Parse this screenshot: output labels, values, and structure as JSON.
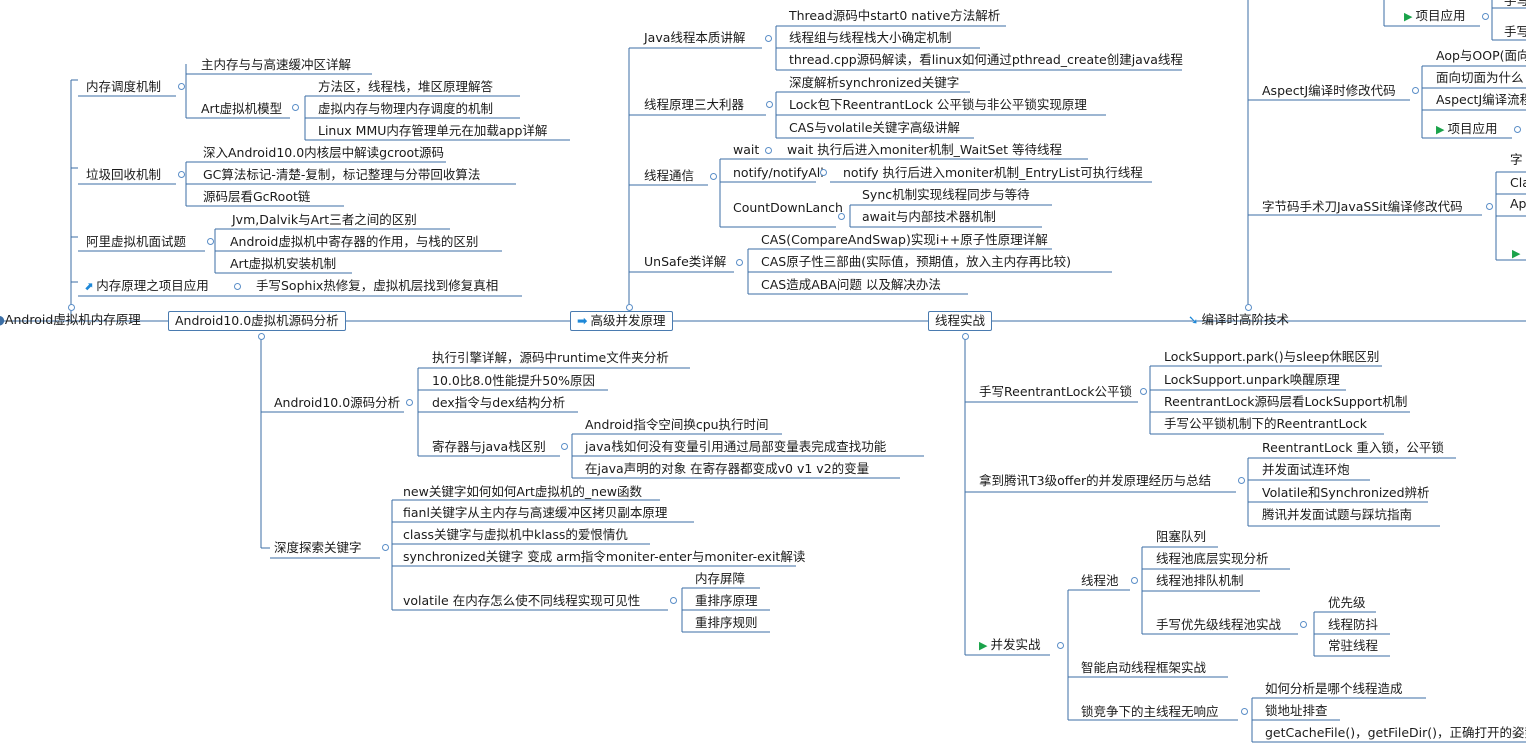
{
  "main_topics": {
    "vm_memory": "Android虚拟机内存原理",
    "android10_src": "Android10.0虚拟机源码分析",
    "concurrency": "高级并发原理",
    "thread_practice": "线程实战",
    "compile_time": "编译时高阶技术"
  },
  "vm": {
    "mem_sched": "内存调度机制",
    "cache_main": "主内存与与高速缓冲区详解",
    "art_model": "Art虚拟机模型",
    "method_area": "方法区，线程栈，堆区原理解答",
    "virtual_mem": "虚拟内存与物理内存调度的机制",
    "mmu": "Linux  MMU内存管理单元在加载app详解",
    "gc": "垃圾回收机制",
    "gcroot_deep": "深入Android10.0内核层中解读gcroot源码",
    "gc_algo": "GC算法标记-清楚-复制，标记整理与分带回收算法",
    "gcroot_chain": "源码层看GcRoot链",
    "ali": "阿里虚拟机面试题",
    "jvm_dalvik_art": "Jvm,Dalvik与Art三者之间的区别",
    "register_role": "Android虚拟机中寄存器的作用，与栈的区别",
    "art_install": "Art虚拟机安装机制",
    "project": "内存原理之项目应用",
    "sophix": "手写Sophix热修复，虚拟机层找到修复真相"
  },
  "a10": {
    "src_analysis": "Android10.0源码分析",
    "runtime": "执行引擎详解，源码中runtime文件夹分析",
    "perf": "10.0比8.0性能提升50%原因",
    "dex": "dex指令与dex结构分析",
    "reg_stack": "寄存器与java栈区别",
    "cpu_time": "Android指令空间换cpu执行时间",
    "local_var": "java栈如何没有变量引用通过局部变量表完成查找功能",
    "v0v1": "在java声明的对象 在寄存器都变成v0 v1 v2的变量",
    "keywords": "深度探索关键字",
    "new_kw": "new关键字如何如何Art虚拟机的_new函数",
    "final_kw": "fianl关键字从主内存与高速缓冲区拷贝副本原理",
    "class_kw": "class关键字与虚拟机中klass的爱恨情仇",
    "sync_kw": "synchronized关键字 变成 arm指令moniter-enter与moniter-exit解读",
    "volatile_kw": "volatile 在内存怎么使不同线程实现可见性",
    "barrier": "内存屏障",
    "reorder": "重排序原理",
    "reorder_rule": "重排序规则"
  },
  "conc": {
    "java_thread": "Java线程本质讲解",
    "start0": "Thread源码中start0  native方法解析",
    "thread_group": "线程组与线程栈大小确定机制",
    "pthread": "thread.cpp源码解读，看linux如何通过pthread_create创建java线程",
    "three_tools": "线程原理三大利器",
    "sync_deep": "深度解析synchronized关键字",
    "lock_pkg": "Lock包下ReentrantLock 公平锁与非公平锁实现原理",
    "cas_vol": "CAS与volatile关键字高级讲解",
    "comm": "线程通信",
    "wait": "wait",
    "wait_desc": "wait 执行后进入moniter机制_WaitSet      等待线程",
    "notify": "notify/notifyAll",
    "notify_desc": "notify 执行后进入moniter机制_EntryList可执行线程",
    "cdl": "CountDownLanch",
    "sync_impl": "Sync机制实现线程同步与等待",
    "await": "await与内部技术器机制",
    "unsafe": "UnSafe类详解",
    "cas_atomic": "CAS(CompareAndSwap)实现i++原子性原理详解",
    "cas_three": "CAS原子性三部曲(实际值，预期值，放入主内存再比较)",
    "aba": "CAS造成ABA问题  以及解决办法"
  },
  "practice": {
    "reentrant": "手写ReentrantLock公平锁",
    "park": "LockSupport.park()与sleep休眠区别",
    "unpark": "LockSupport.unpark唤醒原理",
    "rl_src": "ReentrantLock源码层看LockSupport机制",
    "fair_rl": "手写公平锁机制下的ReentrantLock",
    "tencent": "拿到腾讯T3级offer的并发原理经历与总结",
    "rl_reentrant": "ReentrantLock 重入锁，公平锁",
    "interview": "并发面试连环炮",
    "vol_sync": "Volatile和Synchronized辨析",
    "tencent_guide": "腾讯并发面试题与踩坑指南",
    "conc_practice": "并发实战",
    "pool": "线程池",
    "block_queue": "阻塞队列",
    "pool_impl": "线程池底层实现分析",
    "pool_queue": "线程池排队机制",
    "priority_pool": "手写优先级线程池实战",
    "priority": "优先级",
    "anti_shake": "线程防抖",
    "resident": "常驻线程",
    "smart_start": "智能启动线程框架实战",
    "anr": "锁竞争下的主线程无响应",
    "which_thread": "如何分析是哪个线程造成",
    "lock_addr": "锁地址排查",
    "cache_file": "getCacheFile()，getFileDir()，正确打开的姿势"
  },
  "compile": {
    "project_top": "项目应用",
    "handwrite_top1": "手写",
    "handwrite_top2": "手写",
    "aspectj": "AspectJ编译时修改代码",
    "aop_oop": "Aop与OOP(面向",
    "aop_what": "面向切面为什么",
    "aspectj_flow": "AspectJ编译流程",
    "project_mid": "项目应用",
    "javassist": "字节码手术刀JavaSSit编译修改代码",
    "zi": "字",
    "cla": "Cla",
    "ap": "Ap"
  },
  "colors": {
    "line": "#3b6ea5",
    "accent": "#1aa34a",
    "arrow": "#1e88d8"
  }
}
